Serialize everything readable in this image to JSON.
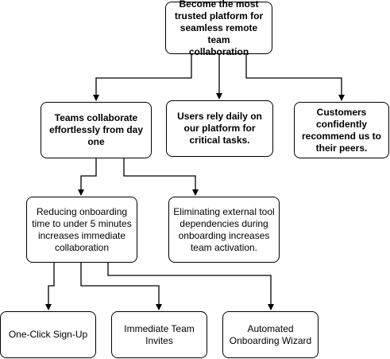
{
  "diagram": {
    "nodes": {
      "goal": "Become the most\ntrusted platform for\nseamless remote team\ncollaboration",
      "outcome_teams": "Teams collaborate\neffortlessly from day\none",
      "outcome_users": "Users rely daily on\nour platform for\ncritical tasks.",
      "outcome_customers": "Customers\nconfidently\nrecommend us to\ntheir peers.",
      "hypothesis_onboarding_time": "Reducing onboarding\ntime to under 5 minutes\nincreases immediate\ncollaboration",
      "hypothesis_external_tools": "Eliminating external tool\ndependencies during\nonboarding increases\nteam activation.",
      "feature_signup": "One-Click Sign-Up",
      "feature_invites": "Immediate Team\nInvites",
      "feature_wizard": "Automated\nOnboarding Wizard"
    },
    "colors": {
      "line": "#000000",
      "box_border": "#000000",
      "box_fill": "#ffffff"
    }
  }
}
